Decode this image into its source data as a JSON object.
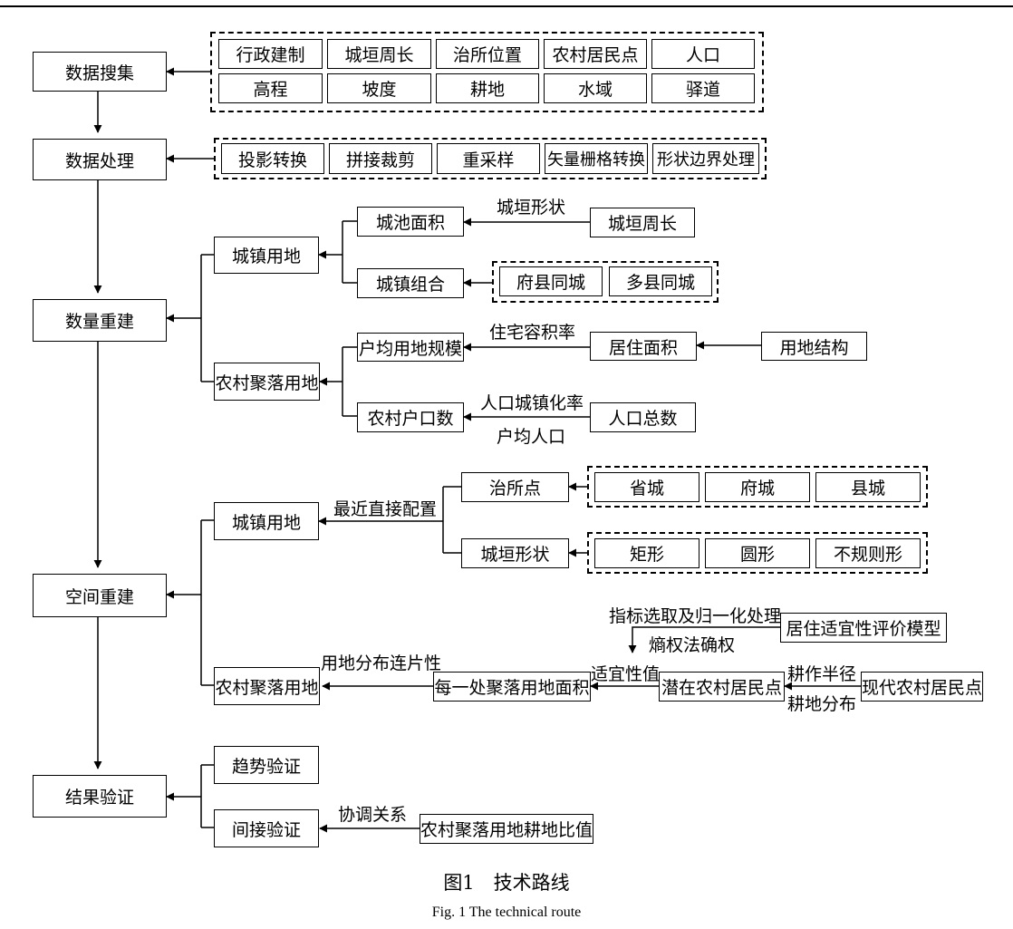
{
  "stages": {
    "collect": "数据搜集",
    "process": "数据处理",
    "quantity": "数量重建",
    "spatial": "空间重建",
    "verify": "结果验证"
  },
  "collect_items": [
    "行政建制",
    "城垣周长",
    "治所位置",
    "农村居民点",
    "人口",
    "高程",
    "坡度",
    "耕地",
    "水域",
    "驿道"
  ],
  "process_items": [
    "投影转换",
    "拼接裁剪",
    "重采样",
    "矢量栅格转换",
    "形状边界处理"
  ],
  "quantity": {
    "urban": "城镇用地",
    "city_area": "城池面积",
    "town_combo": "城镇组合",
    "city_perimeter": "城垣周长",
    "city_shape_lbl": "城垣形状",
    "combo_items": [
      "府县同城",
      "多县同城"
    ],
    "rural": "农村聚落用地",
    "household_scale": "户均用地规模",
    "residential_area": "居住面积",
    "land_structure": "用地结构",
    "plot_ratio_lbl": "住宅容积率",
    "rural_households": "农村户口数",
    "total_pop": "人口总数",
    "urbanization_lbl": "人口城镇化率",
    "per_household_lbl": "户均人口"
  },
  "spatial": {
    "urban": "城镇用地",
    "nearest_lbl": "最近直接配置",
    "seat_point": "治所点",
    "seat_items": [
      "省城",
      "府城",
      "县城"
    ],
    "wall_shape": "城垣形状",
    "shape_items": [
      "矩形",
      "圆形",
      "不规则形"
    ],
    "rural": "农村聚落用地",
    "contiguity_lbl": "用地分布连片性",
    "each_area": "每一处聚落用地面积",
    "suitability_lbl": "适宜性值",
    "potential": "潜在农村居民点",
    "modern": "现代农村居民点",
    "radius_lbl": "耕作半径",
    "farmland_lbl": "耕地分布",
    "model": "居住适宜性评价模型",
    "indicator_lbl": "指标选取及归一化处理",
    "entropy_lbl": "熵权法确权"
  },
  "verify": {
    "trend": "趋势验证",
    "indirect": "间接验证",
    "ratio": "农村聚落用地耕地比值",
    "coord_lbl": "协调关系"
  },
  "caption": {
    "cn": "图1　技术路线",
    "en": "Fig. 1   The technical route"
  }
}
